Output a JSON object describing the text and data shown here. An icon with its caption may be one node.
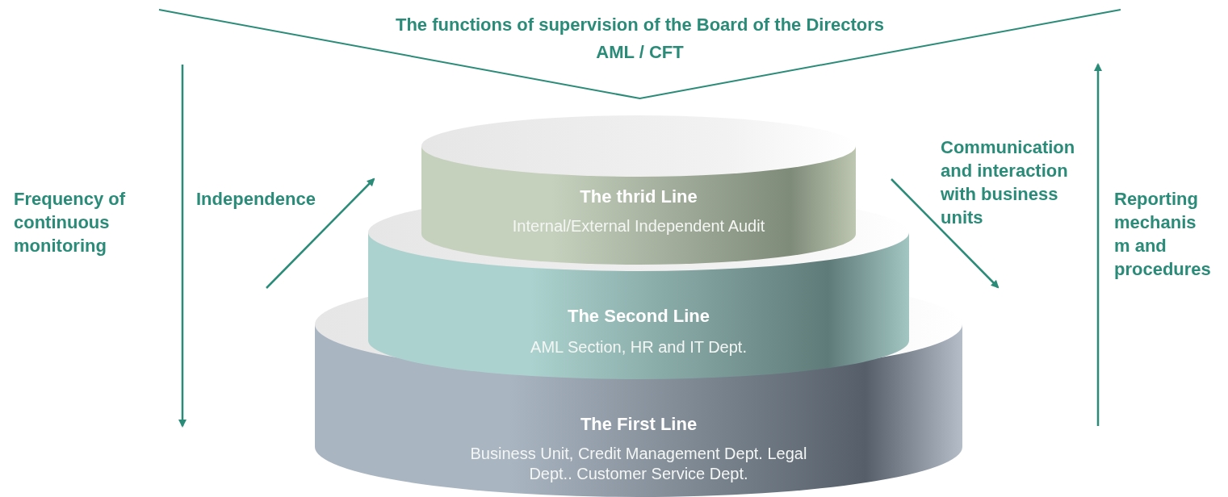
{
  "diagram": {
    "nodes": [
      {
        "text": [
          "The functions of supervision of the Board of the Directors",
          "AML / CFT"
        ]
      },
      {
        "text": [
          "The thrid Line",
          "Internal/External Independent Audit"
        ]
      },
      {
        "text": [
          "The Second Line",
          "AML Section, HR and IT Dept."
        ]
      },
      {
        "text": [
          "The First Line",
          "Business Unit, Credit Management Dept. Legal Dept.. Customer Service Dept."
        ]
      }
    ],
    "labels": [
      "Frequency of continuous monitoring",
      "Independence",
      "Communication and interaction with business units",
      "Reporting mechanis m and procedures"
    ]
  }
}
